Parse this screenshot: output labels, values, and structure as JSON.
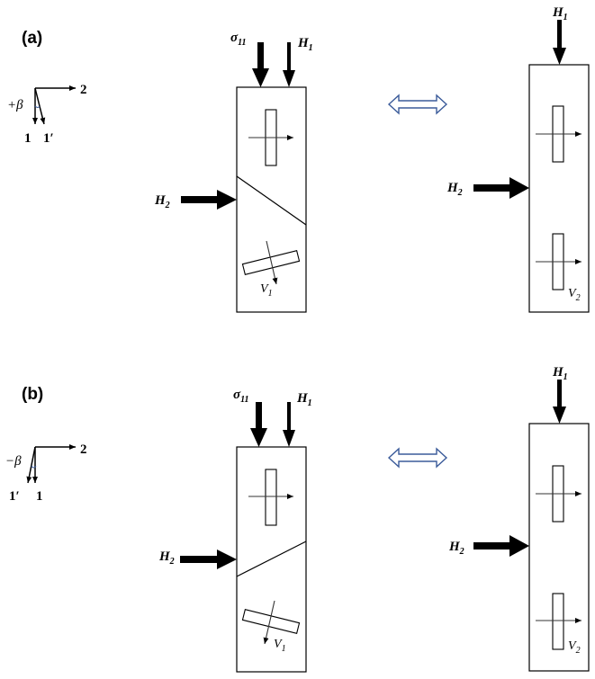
{
  "panels": [
    {
      "id": "a",
      "label": "(a)",
      "axes": {
        "beta": "+β",
        "axis_2": "2",
        "axis_1": "1",
        "axis_1p": "1′"
      },
      "left_block": {
        "sigma_main": "σ",
        "sigma_sub": "11",
        "h1_main": "H",
        "h1_sub": "1",
        "h2_main": "H",
        "h2_sub": "2",
        "v_main": "V",
        "v_sub": "1"
      },
      "right_block": {
        "h1_main": "H",
        "h1_sub": "1",
        "h2_main": "H",
        "h2_sub": "2",
        "v_main": "V",
        "v_sub": "2"
      }
    },
    {
      "id": "b",
      "label": "(b)",
      "axes": {
        "beta": "−β",
        "axis_2": "2",
        "axis_1": "1",
        "axis_1p": "1′"
      },
      "left_block": {
        "sigma_main": "σ",
        "sigma_sub": "11",
        "h1_main": "H",
        "h1_sub": "1",
        "h2_main": "H",
        "h2_sub": "2",
        "v_main": "V",
        "v_sub": "1"
      },
      "right_block": {
        "h1_main": "H",
        "h1_sub": "1",
        "h2_main": "H",
        "h2_sub": "2",
        "v_main": "V",
        "v_sub": "2"
      }
    }
  ],
  "colors": {
    "stroke": "#000000",
    "thin_arrow": "#333333",
    "equivalence_arrow": "#3b5b9a"
  }
}
